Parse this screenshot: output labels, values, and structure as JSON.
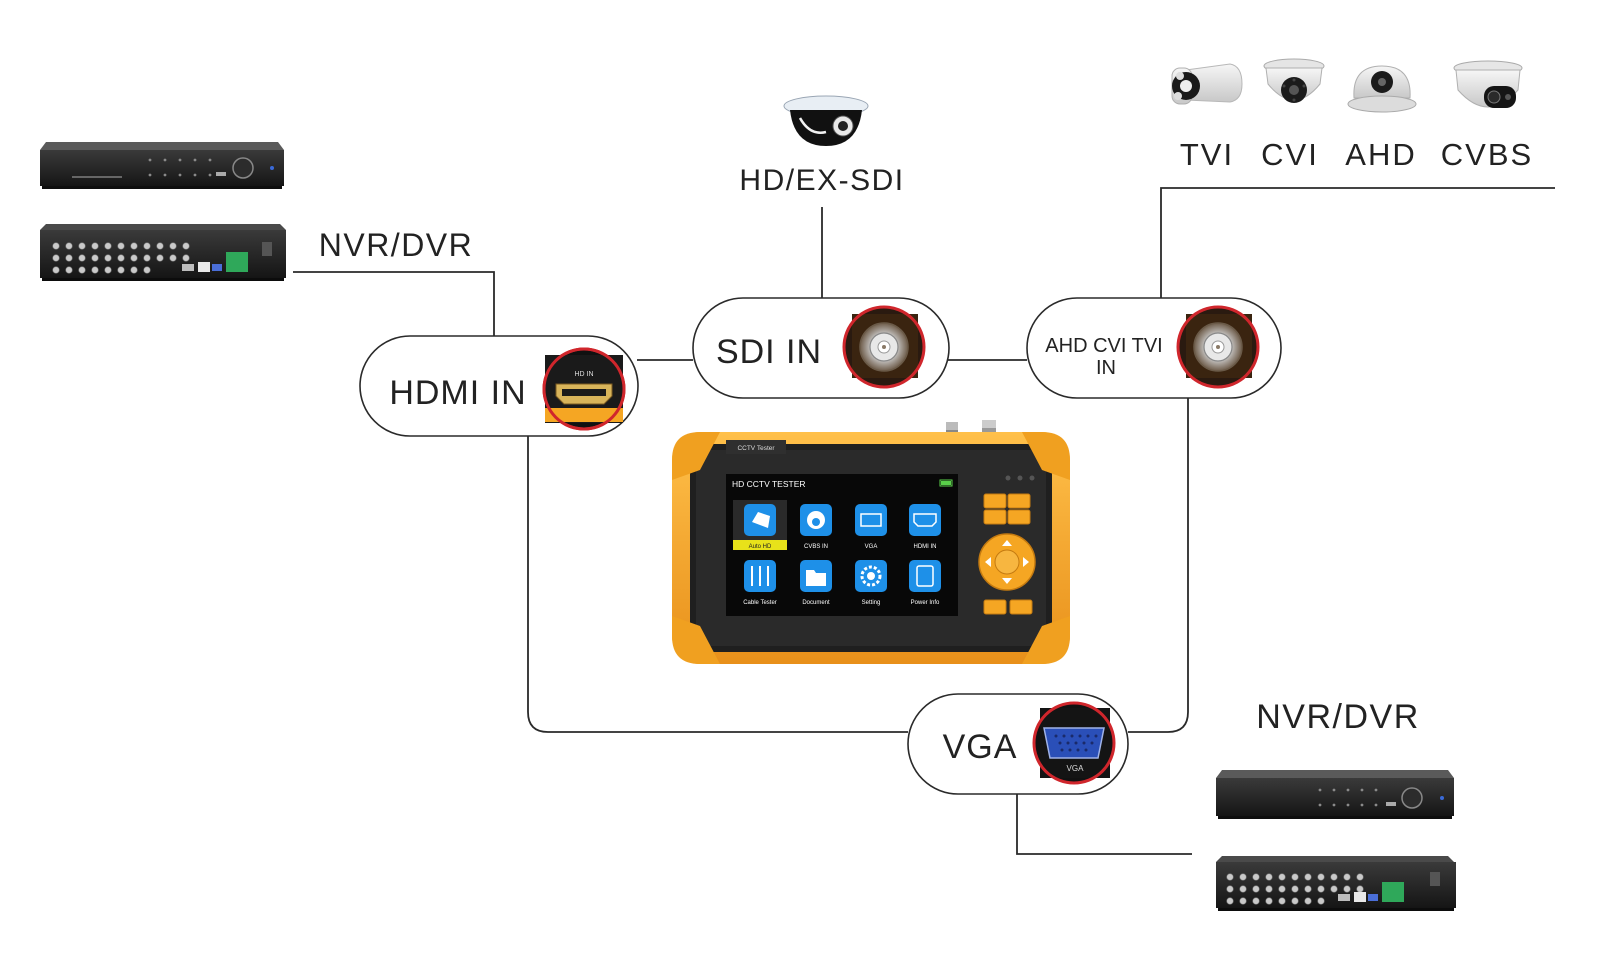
{
  "labels": {
    "nvr_dvr_left": "NVR/DVR",
    "nvr_dvr_right": "NVR/DVR",
    "hd_ex_sdi": "HD/EX-SDI",
    "tvi": "TVI",
    "cvi": "CVI",
    "ahd": "AHD",
    "cvbs": "CVBS"
  },
  "ports": {
    "hdmi_in": "HDMI IN",
    "hdmi_port_caption": "HD IN",
    "sdi_in": "SDI IN",
    "ahd_line1": "AHD CVI TVI",
    "ahd_line2": "IN",
    "vga": "VGA",
    "vga_port_caption": "VGA"
  },
  "tester": {
    "strap_label": "CCTV Tester",
    "screen_title": "HD CCTV TESTER",
    "apps": [
      {
        "label": "Auto HD",
        "icon": "camera-icon",
        "selected": true
      },
      {
        "label": "CVBS IN",
        "icon": "dome-camera-icon",
        "selected": false
      },
      {
        "label": "VGA",
        "icon": "vga-icon",
        "selected": false
      },
      {
        "label": "HDMI IN",
        "icon": "hdmi-icon",
        "selected": false
      },
      {
        "label": "Cable Tester",
        "icon": "cable-icon",
        "selected": false
      },
      {
        "label": "Document",
        "icon": "folder-icon",
        "selected": false
      },
      {
        "label": "Setting",
        "icon": "gear-icon",
        "selected": false
      },
      {
        "label": "Power Info",
        "icon": "power-icon",
        "selected": false
      }
    ]
  },
  "colors": {
    "accent_orange": "#f5a623",
    "port_ring_red": "#d0262c",
    "app_icon_blue": "#1e90e8",
    "selected_yellow": "#e8e21a",
    "vga_blue": "#2a4fb8"
  }
}
